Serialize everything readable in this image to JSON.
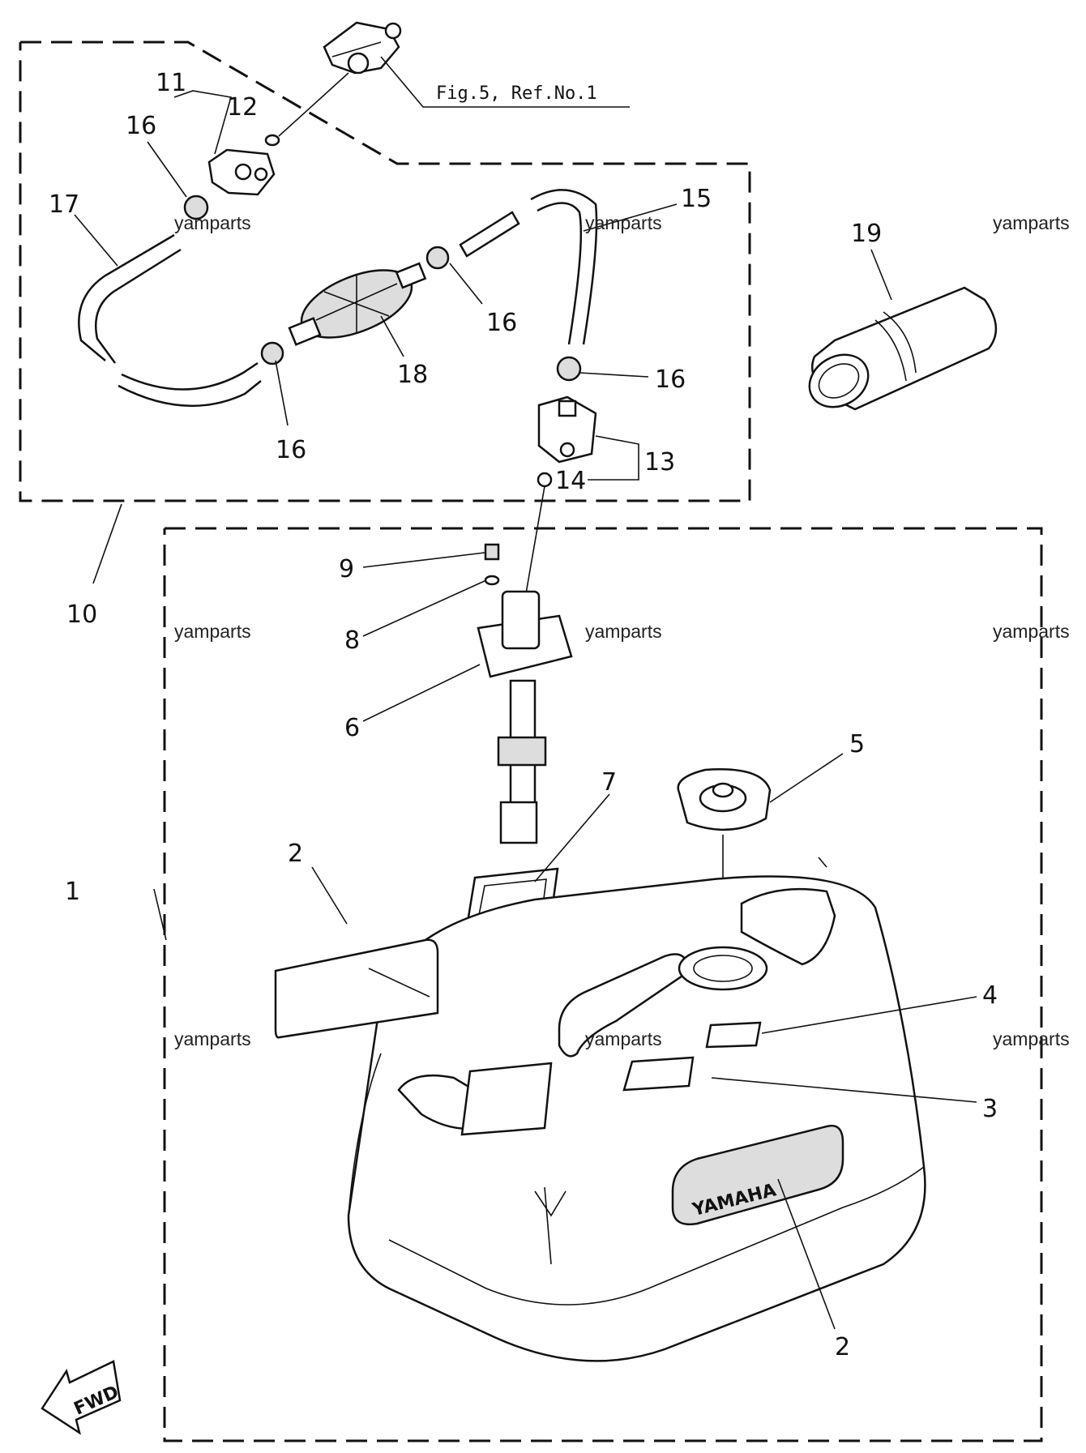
{
  "reference_note": "Fig.5, Ref.No.1",
  "watermark": "yamparts",
  "brand_label": "YAMAHA",
  "direction_label": "FWD",
  "callouts": [
    "1",
    "2",
    "2",
    "3",
    "4",
    "5",
    "6",
    "7",
    "8",
    "9",
    "10",
    "11",
    "12",
    "13",
    "14",
    "15",
    "16",
    "16",
    "16",
    "16",
    "17",
    "18",
    "19"
  ]
}
